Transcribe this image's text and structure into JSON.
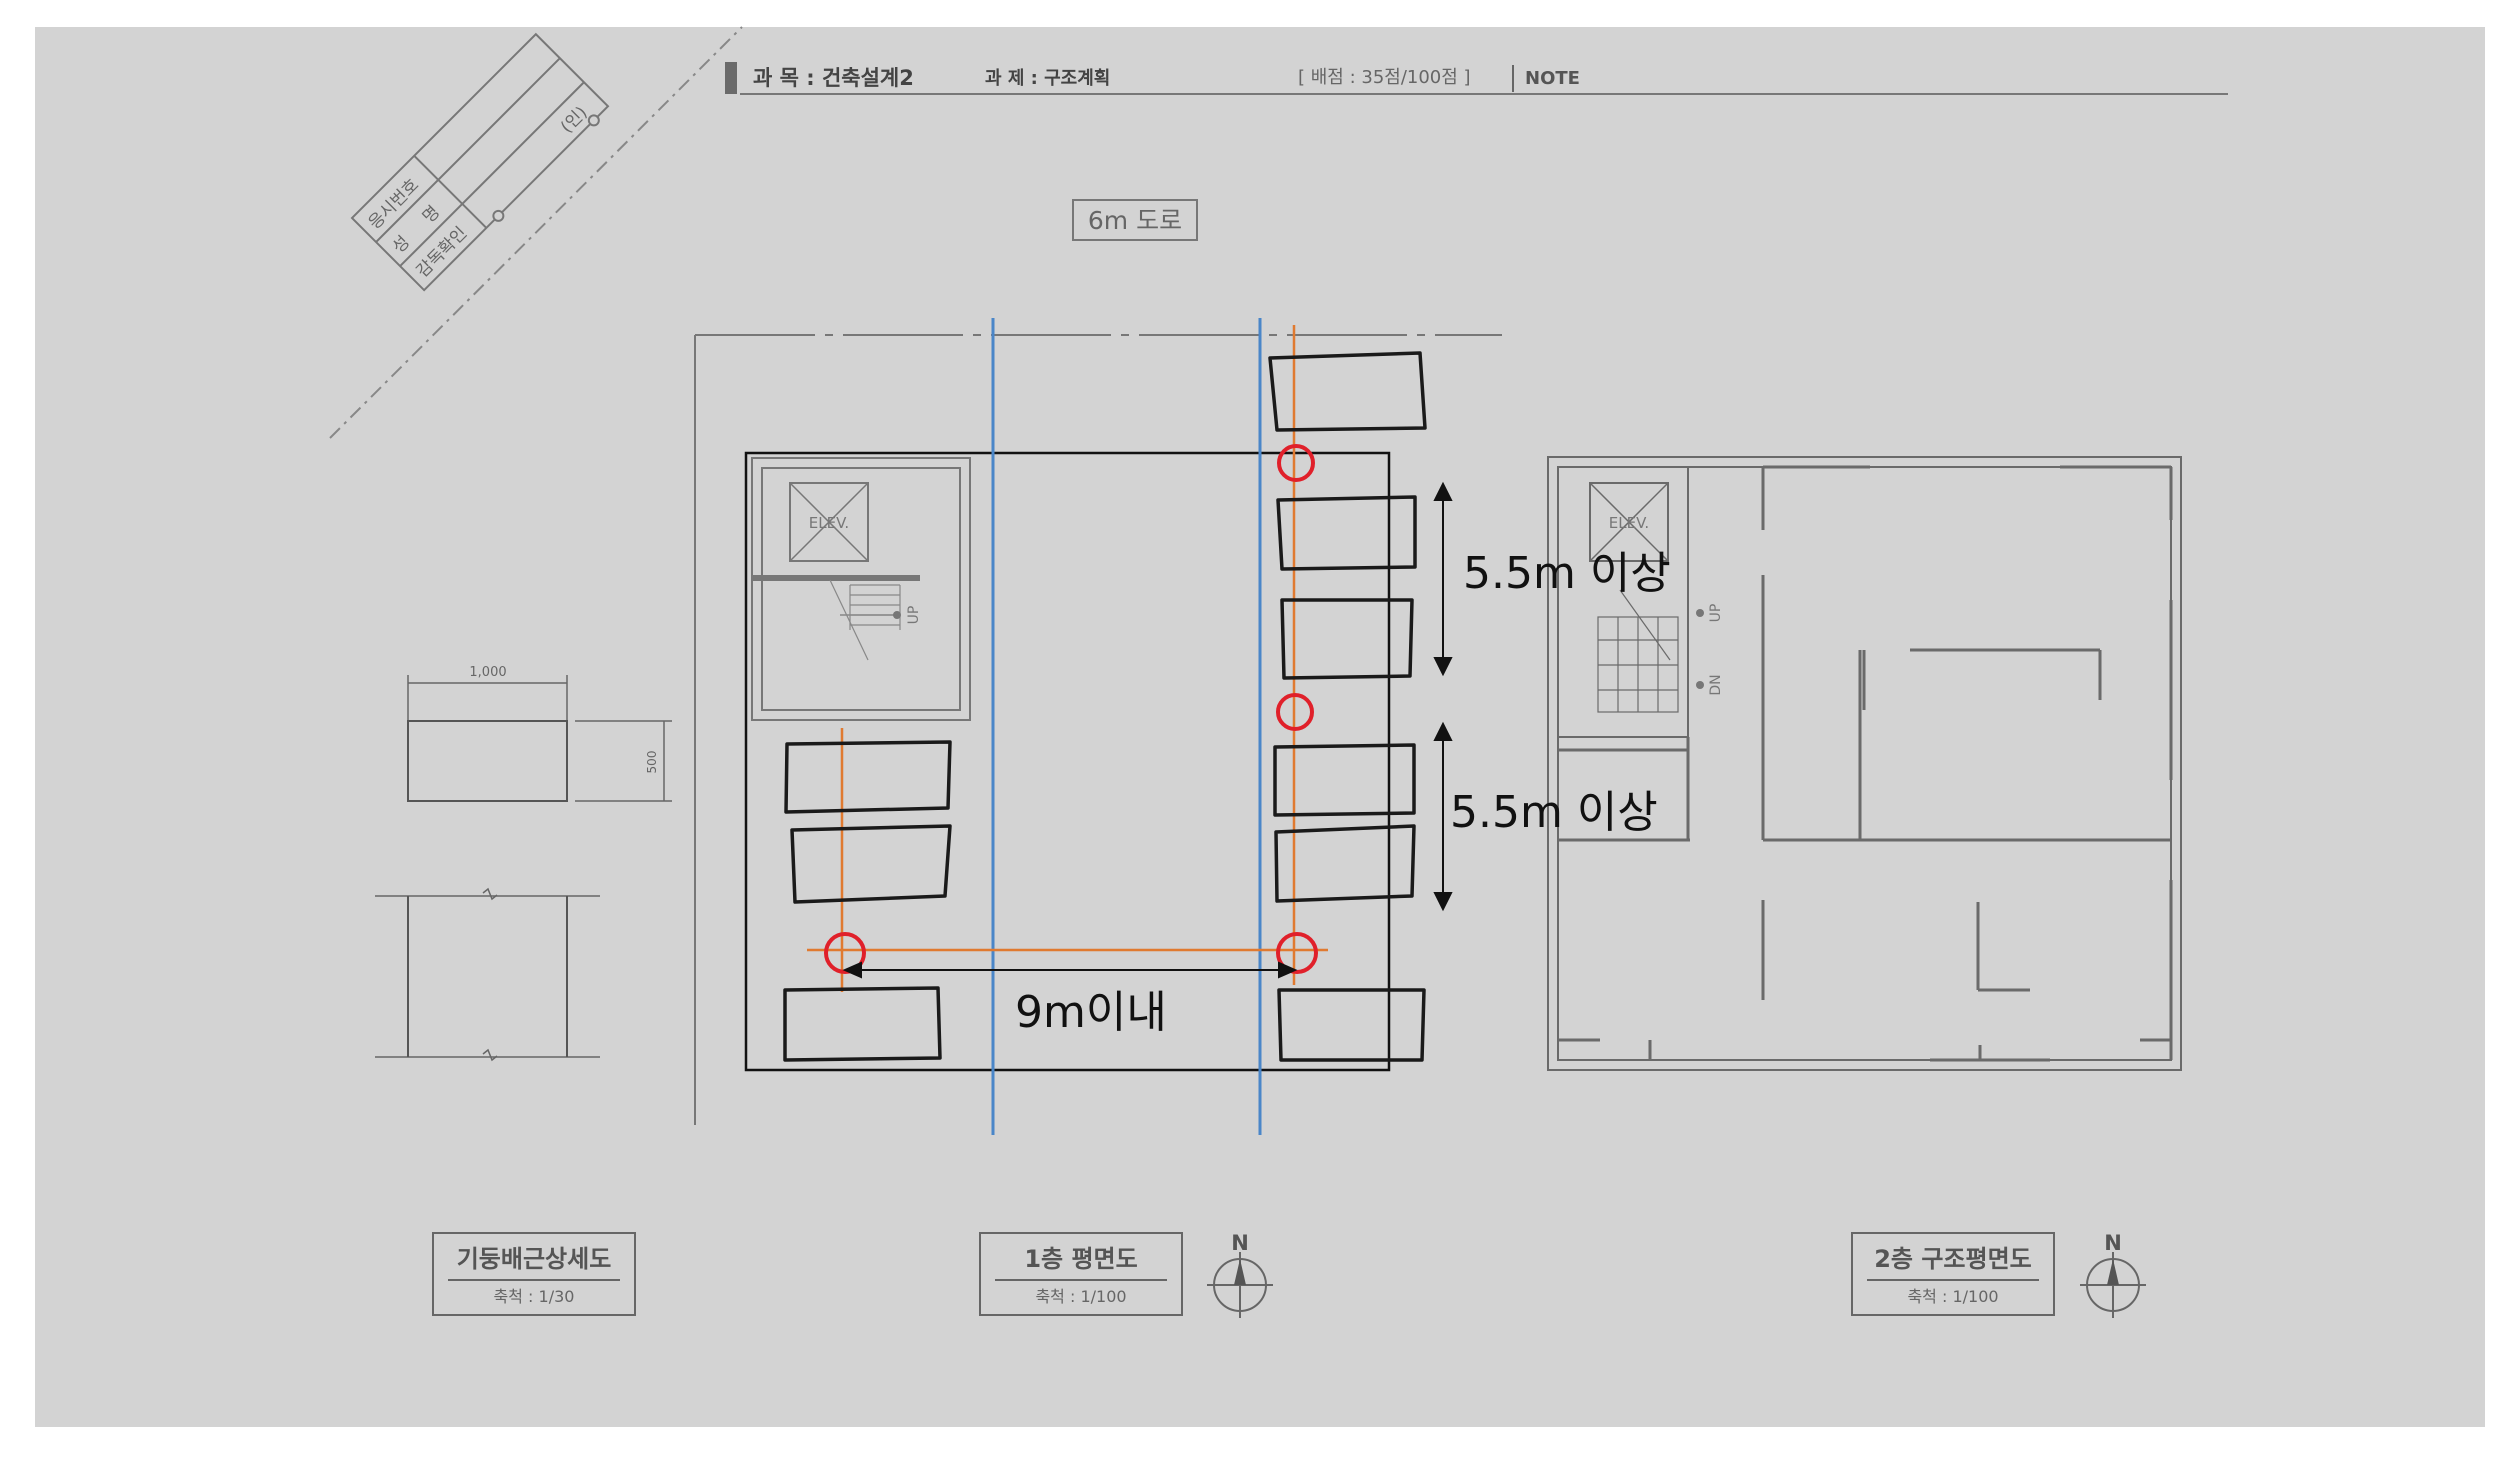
{
  "header": {
    "subject": "과 목 : 건축설계2",
    "task": "과 제 : 구조계획",
    "score": "[ 배점 : 35점/100점 ]",
    "note": "NOTE"
  },
  "info_box": {
    "exam_number": "응시번호",
    "name": "성     명",
    "supervisor": "감독확인",
    "seal": "(인)"
  },
  "road_label": "6m 도로",
  "column_detail": {
    "width_dim": "1,000",
    "height_dim": "500"
  },
  "plan1": {
    "elev_label": "ELEV.",
    "up_label": "UP"
  },
  "plan2": {
    "elev_label": "ELEV.",
    "up_label": "UP",
    "dn_label": "DN"
  },
  "annotations": {
    "span_top": "5.5m 이상",
    "span_bottom": "5.5m 이상",
    "span_horizontal": "9m이내"
  },
  "title_blocks": [
    {
      "title": "기둥배근상세도",
      "scale": "축척 : 1/30"
    },
    {
      "title": "1층 평면도",
      "scale": "축척 : 1/100"
    },
    {
      "title": "2층 구조평면도",
      "scale": "축척 : 1/100"
    }
  ],
  "north_label": "N",
  "colors": {
    "page_bg": "#d3d3d3",
    "grid_blue": "#4a86c8",
    "grid_orange": "#e07a30",
    "marker_red": "#e0202a",
    "drawing_gray": "#6a6a6a",
    "ink": "#111111"
  }
}
